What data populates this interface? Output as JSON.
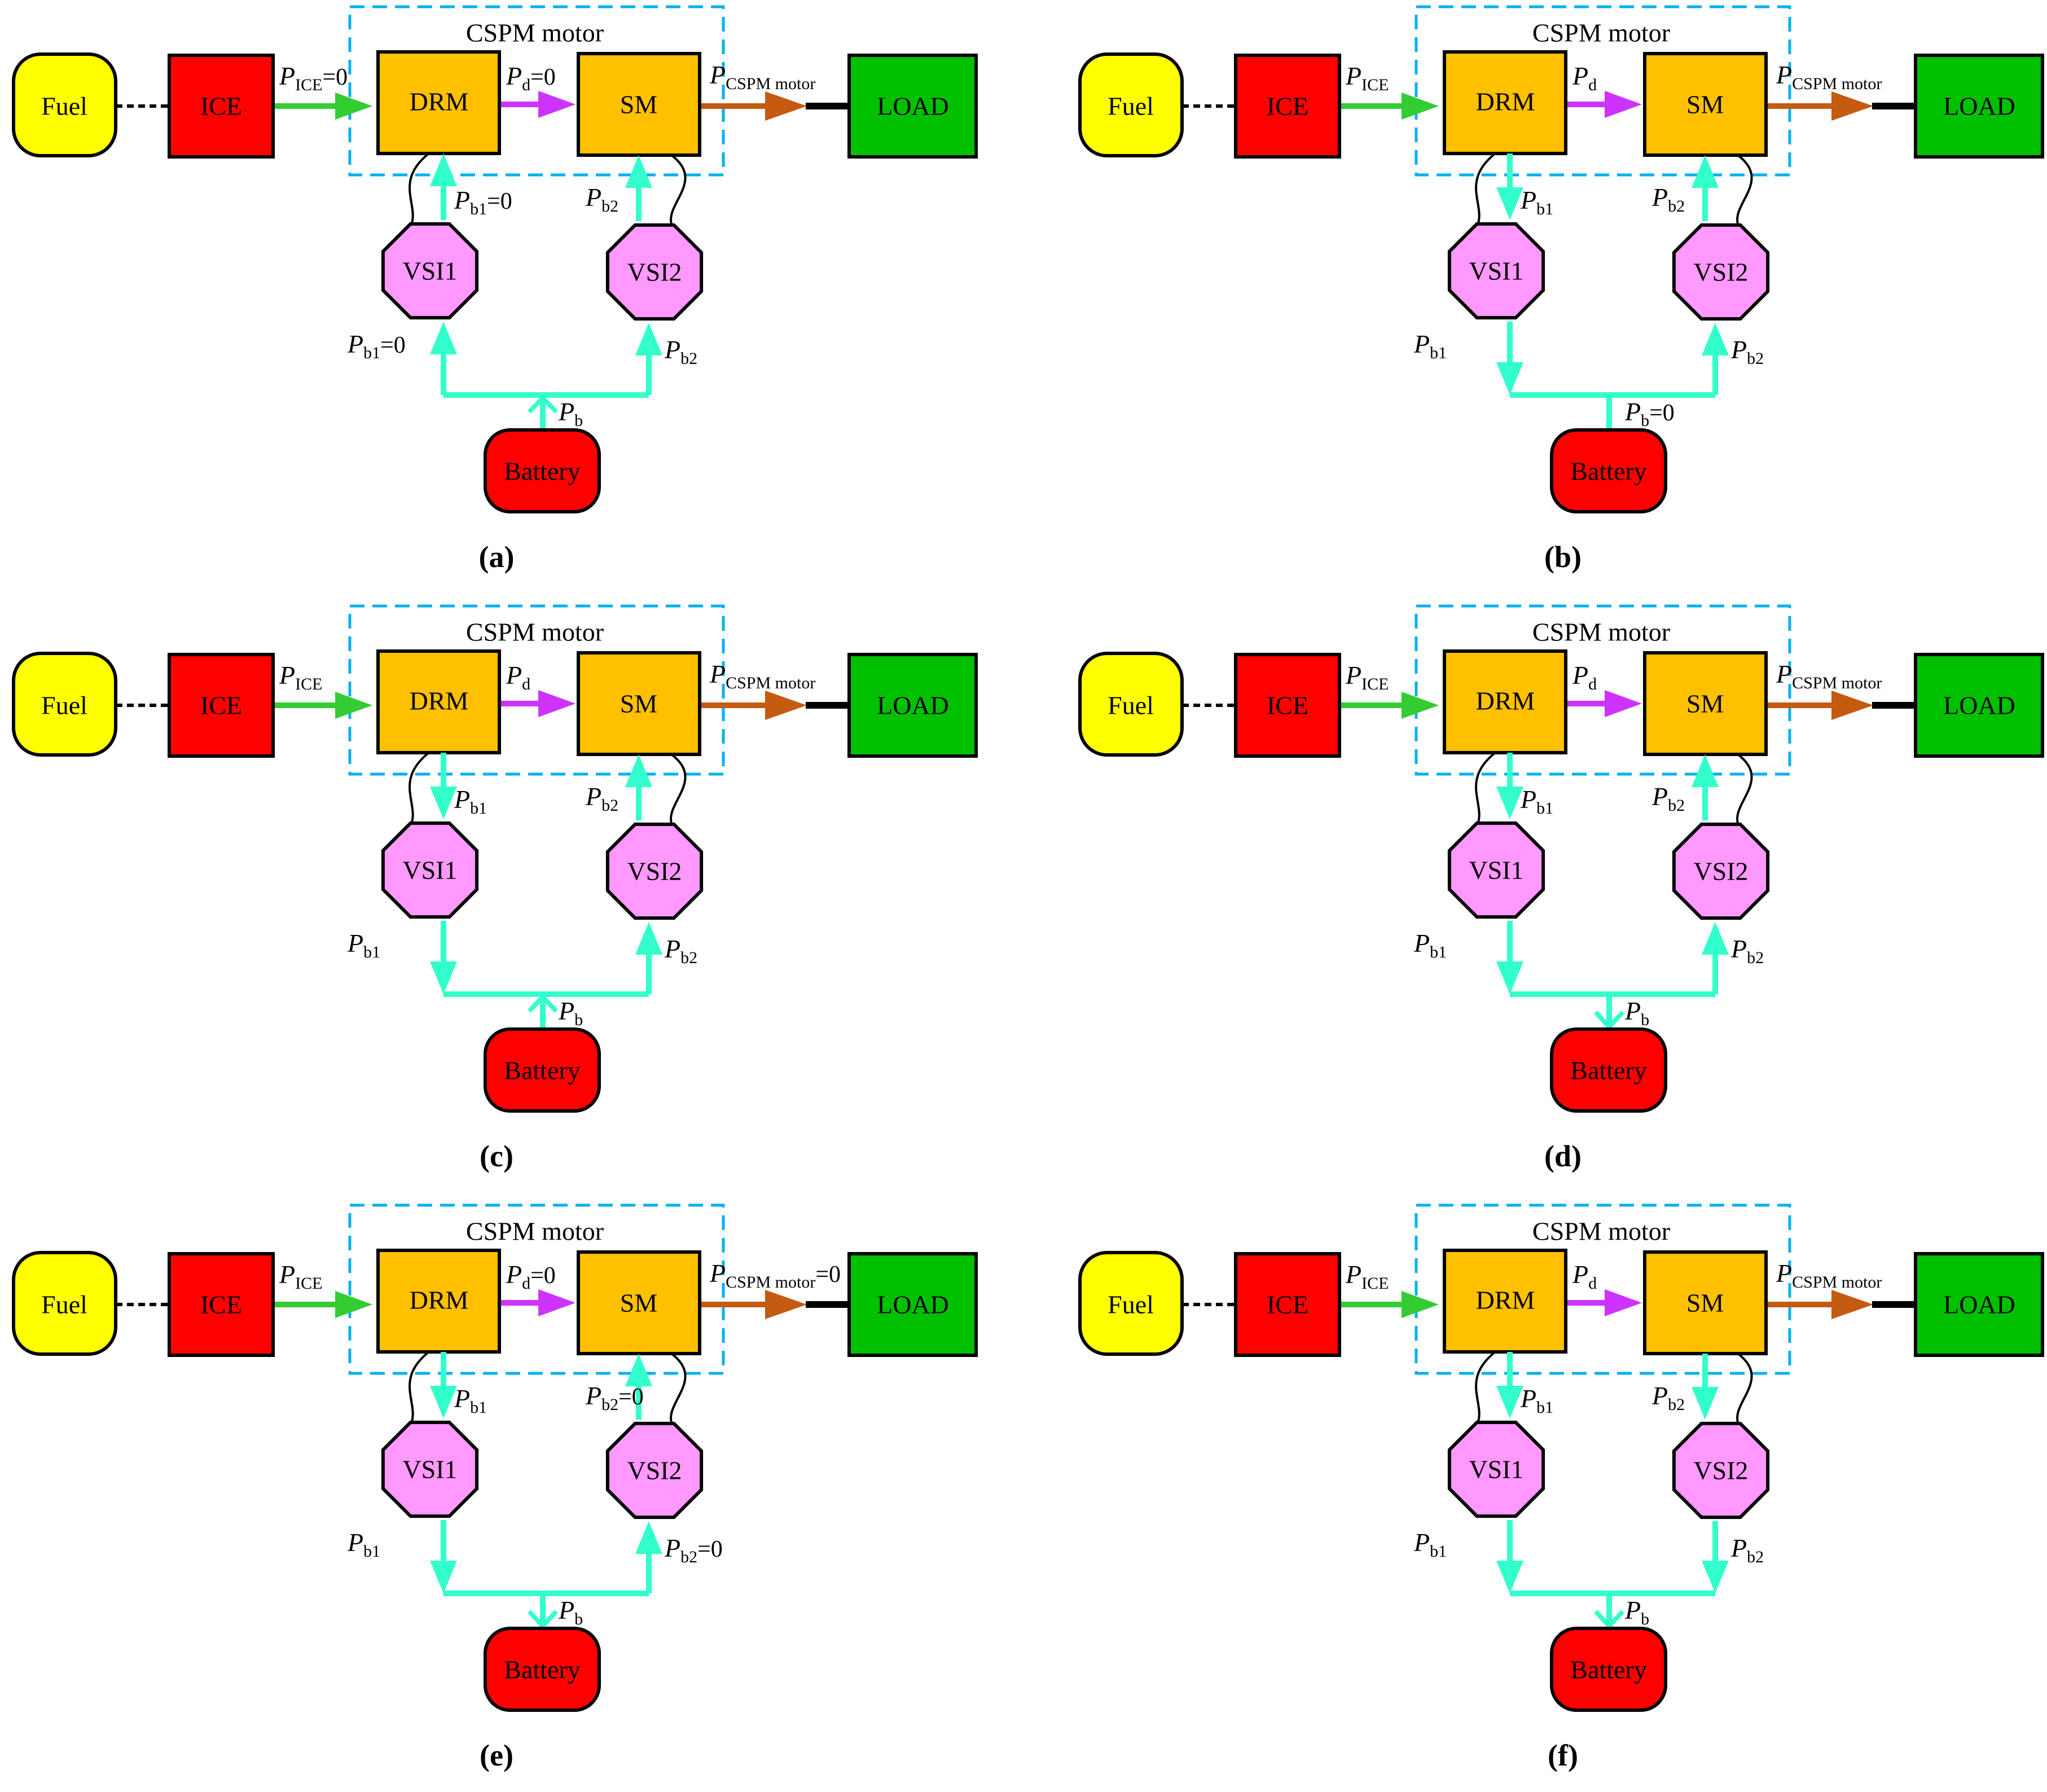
{
  "labels": {
    "fuel": "Fuel",
    "ice": "ICE",
    "drm": "DRM",
    "sm": "SM",
    "load": "LOAD",
    "vsi1": "VSI1",
    "vsi2": "VSI2",
    "battery": "Battery",
    "cspm_motor": "CSPM motor",
    "p": "P",
    "sub_ice": "ICE",
    "sub_d": "d",
    "sub_cspm": "CSPM motor",
    "sub_b1": "b1",
    "sub_b2": "b2",
    "sub_b": "b"
  },
  "colors": {
    "fuel": "#ffff00",
    "ice": "#ff0000",
    "motor": "#ffc000",
    "load": "#00c000",
    "vsi": "#ff99ff",
    "battery": "#ff0000",
    "dash_box": "#00b0f0",
    "ice_arrow": "#33cc33",
    "d_arrow": "#cc33ff",
    "load_arrow": "#c55a11",
    "battery_arrow": "#33ffcc"
  },
  "panels": [
    {
      "caption": "(a)",
      "ice_suffix": "=0",
      "d_suffix": "=0",
      "cspm_suffix": "",
      "b1_top_suffix": "=0",
      "b1_bot_suffix": "=0",
      "b2_top_suffix": "",
      "b2_bot_suffix": "",
      "b_suffix": "",
      "b1_dir": "up",
      "b2_dir": "up",
      "b_dir": "up"
    },
    {
      "caption": "(b)",
      "ice_suffix": "",
      "d_suffix": "",
      "cspm_suffix": "",
      "b1_top_suffix": "",
      "b1_bot_suffix": "",
      "b2_top_suffix": "",
      "b2_bot_suffix": "",
      "b_suffix": "=0",
      "b1_dir": "down",
      "b2_dir": "up",
      "b_dir": "none"
    },
    {
      "caption": "(c)",
      "ice_suffix": "",
      "d_suffix": "",
      "cspm_suffix": "",
      "b1_top_suffix": "",
      "b1_bot_suffix": "",
      "b2_top_suffix": "",
      "b2_bot_suffix": "",
      "b_suffix": "",
      "b1_dir": "down",
      "b2_dir": "up",
      "b_dir": "up"
    },
    {
      "caption": "(d)",
      "ice_suffix": "",
      "d_suffix": "",
      "cspm_suffix": "",
      "b1_top_suffix": "",
      "b1_bot_suffix": "",
      "b2_top_suffix": "",
      "b2_bot_suffix": "",
      "b_suffix": "",
      "b1_dir": "down",
      "b2_dir": "up",
      "b_dir": "down"
    },
    {
      "caption": "(e)",
      "ice_suffix": "",
      "d_suffix": "=0",
      "cspm_suffix": "=0",
      "b1_top_suffix": "",
      "b1_bot_suffix": "",
      "b2_top_suffix": "=0",
      "b2_bot_suffix": "=0",
      "b_suffix": "",
      "b1_dir": "down",
      "b2_dir": "up",
      "b_dir": "down"
    },
    {
      "caption": "(f)",
      "ice_suffix": "",
      "d_suffix": "",
      "cspm_suffix": "",
      "b1_top_suffix": "",
      "b1_bot_suffix": "",
      "b2_top_suffix": "",
      "b2_bot_suffix": "",
      "b_suffix": "",
      "b1_dir": "down",
      "b2_dir": "down",
      "b_dir": "down"
    }
  ]
}
